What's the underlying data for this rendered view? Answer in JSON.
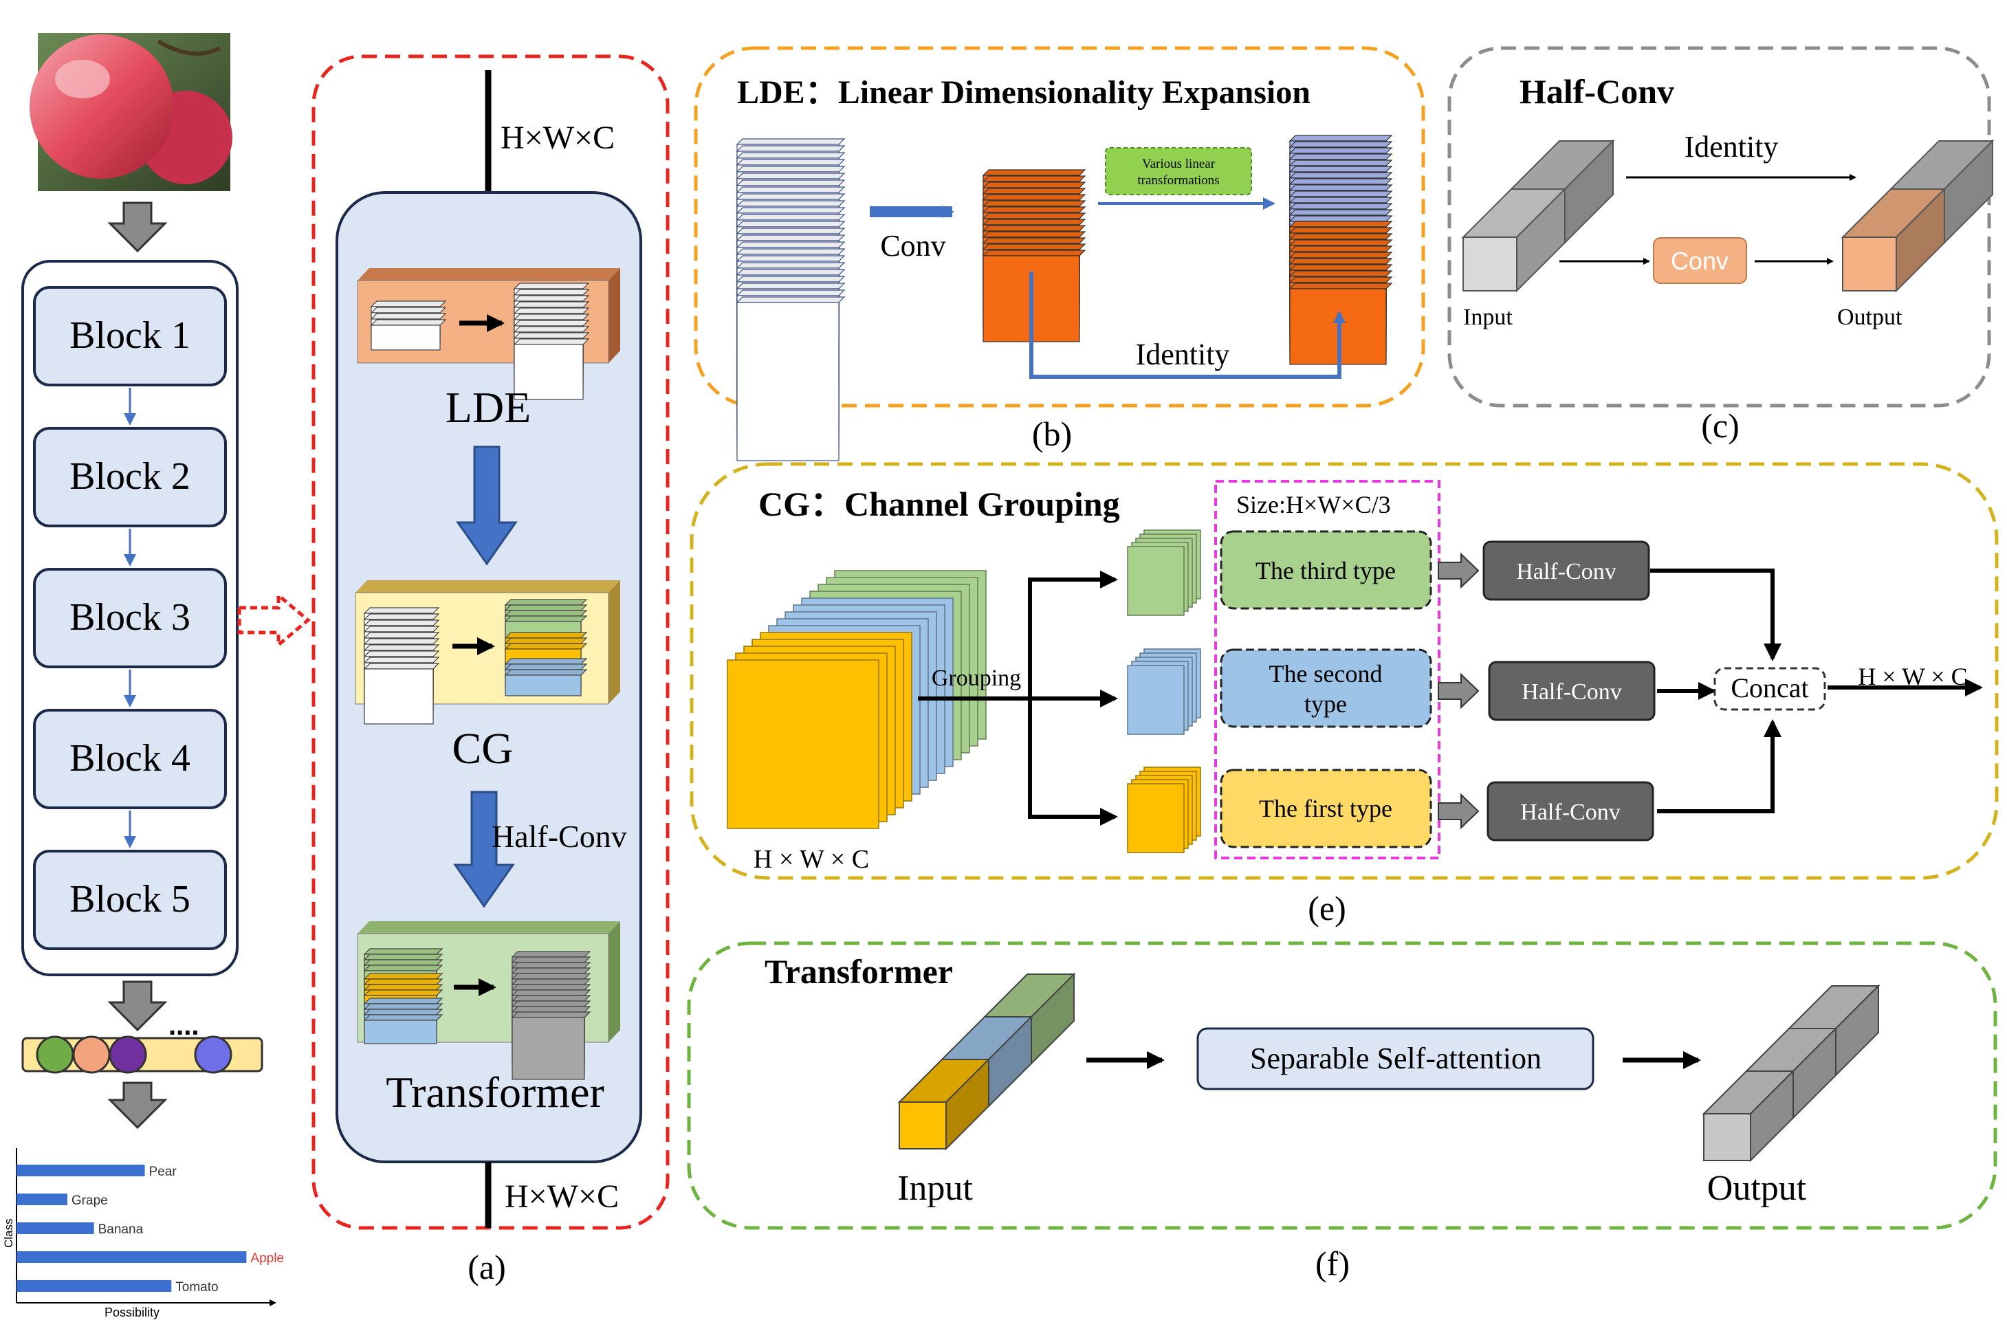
{
  "panel_a": {
    "blocks": [
      "Block 1",
      "Block 2",
      "Block 3",
      "Block 4",
      "Block 5"
    ],
    "dims_top": "H×W×C",
    "dims_bottom": "H×W×C",
    "stages": [
      "LDE",
      "CG",
      "Transformer"
    ],
    "halfconv_label": "Half-Conv",
    "caption": "(a)",
    "bar_chart": {
      "ylabel": "Class",
      "xlabel": "Possibility",
      "categories": [
        "Pear",
        "Grape",
        "Banana",
        "Apple",
        "Tomato"
      ],
      "values": [
        0.53,
        0.21,
        0.32,
        0.95,
        0.64
      ],
      "highlight": "Apple",
      "highlight_color": "#e53935",
      "bar_color": "#3b6fd0"
    }
  },
  "panel_b": {
    "title": "LDE：Linear Dimensionality Expansion",
    "conv": "Conv",
    "identity": "Identity",
    "transform": [
      "Various linear",
      "transformations"
    ],
    "caption": "(b)"
  },
  "panel_c": {
    "title": "Half-Conv",
    "identity": "Identity",
    "conv": "Conv",
    "input": "Input",
    "output": "Output",
    "caption": "(c)"
  },
  "panel_e": {
    "title": "CG：Channel Grouping",
    "size_label": "Size:H×W×C/3",
    "grouping": "Grouping",
    "types": [
      "The third type",
      "The second type",
      "The first type"
    ],
    "halfconv": "Half-Conv",
    "concat": "Concat",
    "dims_in": "H × W × C",
    "dims_out": "H × W × C",
    "caption": "(e)"
  },
  "panel_f": {
    "title": "Transformer",
    "attention": "Separable Self-attention",
    "input": "Input",
    "output": "Output",
    "caption": "(f)"
  },
  "colors": {
    "red_dash": "#e8241f",
    "orange_dash": "#f4a122",
    "gray_dash": "#8c8c8c",
    "olive_dash": "#d4b21c",
    "green_dash": "#6db33f",
    "magenta_dash": "#e838e0",
    "block_fill": "#dbe5f3",
    "arrow_blue": "#4472c4",
    "orange_stack": "#f46a12",
    "blue_stack": "#a9b8f0",
    "green": "#a9d18e",
    "blue": "#9dc3e6",
    "yellow": "#ffc000",
    "halfconv_fill": "#646464"
  }
}
